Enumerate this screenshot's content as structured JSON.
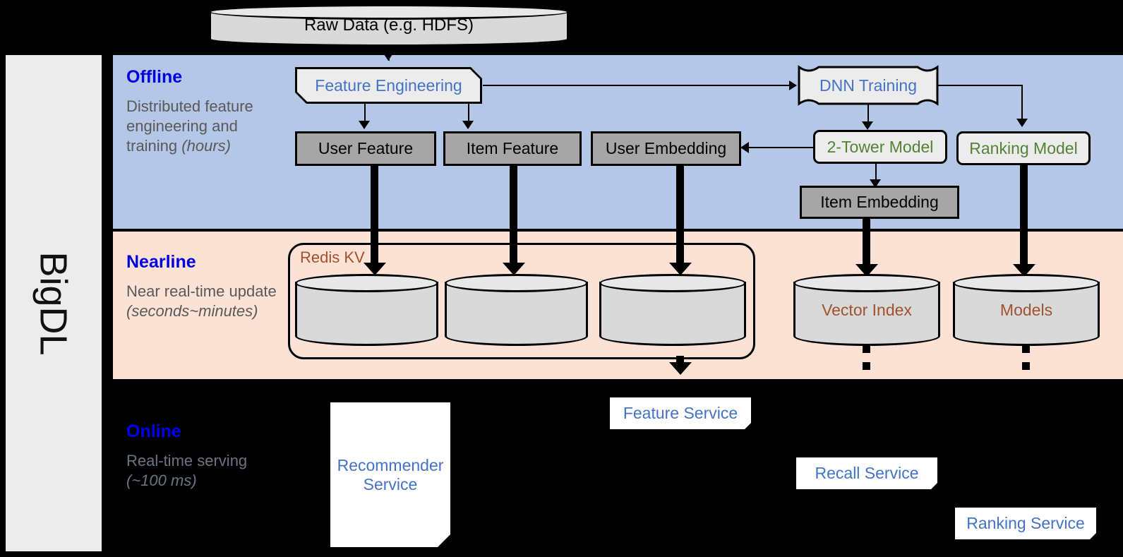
{
  "platform": {
    "name": "BigDL"
  },
  "source": {
    "raw_data_label": "Raw Data (e.g. HDFS)"
  },
  "bands": [
    {
      "id": "offline",
      "title": "Offline",
      "subtitle_plain": "Distributed feature engineering and training ",
      "subtitle_italic": "(hours)",
      "color": "#b4c7e7",
      "title_color": "#0000e0"
    },
    {
      "id": "nearline",
      "title": "Nearline",
      "subtitle_plain": "Near real-time update ",
      "subtitle_italic": "(seconds~minutes)",
      "color": "#fbe2d5",
      "title_color": "#0000e0"
    },
    {
      "id": "online",
      "title": "Online",
      "subtitle_plain": "Real-time serving ",
      "subtitle_italic": "(~100 ms)",
      "color": "#000000",
      "title_color": "#0000f0"
    }
  ],
  "offline": {
    "feature_engineering": "Feature Engineering",
    "dnn_training": "DNN Training",
    "two_tower_model": "2-Tower Model",
    "ranking_model": "Ranking Model",
    "user_feature": "User Feature",
    "item_feature": "Item Feature",
    "user_embedding": "User Embedding",
    "item_embedding": "Item Embedding"
  },
  "nearline": {
    "redis_kv": "Redis KV",
    "store_user_feature": "",
    "store_item_feature": "",
    "store_user_embedding": "",
    "vector_index": "Vector Index",
    "models": "Models"
  },
  "online": {
    "recommender_service": "Recommender Service",
    "feature_service": "Feature Service",
    "recall_service": "Recall Service",
    "ranking_service": "Ranking Service"
  },
  "colors": {
    "offline_band": "#b4c7e7",
    "nearline_band": "#fbe2d5",
    "online_band": "#000000",
    "grey_store": "#a6a6a6",
    "light_shape": "#ececec",
    "blue_label": "#4472c4",
    "green_label": "#548235",
    "brown_label": "#a0522d",
    "band_title": "#0000e0",
    "band_subtitle": "#595959"
  }
}
